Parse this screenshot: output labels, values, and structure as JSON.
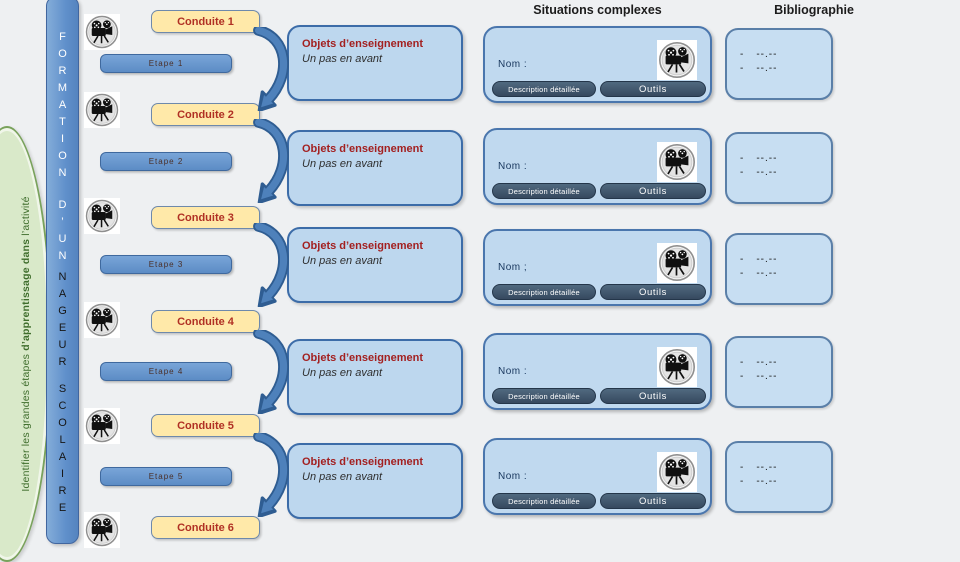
{
  "headers": {
    "situations_title": "Situations complexes",
    "bibliography_title": "Bibliographie"
  },
  "left_ellipse": {
    "text_parts": [
      {
        "text": "Identifier les grandes étapes ",
        "bold": false
      },
      {
        "text": "d’apprentissage dans",
        "bold": true
      },
      {
        "text": " l’activité",
        "bold": false
      }
    ]
  },
  "vertical_bar": {
    "words": [
      {
        "text": "FORMATION",
        "color": "#ffffff"
      },
      {
        "text": "D’UN",
        "color": "#ffffff"
      },
      {
        "text": "NAGEUR",
        "color": "#161616"
      },
      {
        "text": "SCOLAIRE",
        "color": "#161616"
      }
    ]
  },
  "conduites": [
    {
      "label": "Conduite 1"
    },
    {
      "label": "Conduite 2"
    },
    {
      "label": "Conduite 3"
    },
    {
      "label": "Conduite 4"
    },
    {
      "label": "Conduite 5"
    },
    {
      "label": "Conduite 6"
    }
  ],
  "etapes": [
    {
      "label": "Etape 1"
    },
    {
      "label": "Etape 2"
    },
    {
      "label": "Etape 3"
    },
    {
      "label": "Etape 4"
    },
    {
      "label": "Etape 5"
    }
  ],
  "objets": [
    {
      "title": "Objets d’enseignement",
      "subtitle": "Un pas en avant"
    },
    {
      "title": "Objets d’enseignement",
      "subtitle": "Un pas en avant"
    },
    {
      "title": "Objets d’enseignement",
      "subtitle": "Un pas en avant"
    },
    {
      "title": "Objets d’enseignement",
      "subtitle": "Un pas en avant"
    },
    {
      "title": "Objets d’enseignement",
      "subtitle": "Un pas en avant"
    }
  ],
  "situations": [
    {
      "name_label": "Nom :",
      "description_button": "Description détaillée",
      "outils_button": "Outils"
    },
    {
      "name_label": "Nom :",
      "description_button": "Description détaillée",
      "outils_button": "Outils"
    },
    {
      "name_label": "Nom ;",
      "description_button": "Description détaillée",
      "outils_button": "Outils"
    },
    {
      "name_label": "Nom :",
      "description_button": "Description détaillée",
      "outils_button": "Outils"
    },
    {
      "name_label": "Nom :",
      "description_button": "Description détaillée",
      "outils_button": "Outils"
    }
  ],
  "bibliography": [
    {
      "bullet": "-",
      "lines": [
        "--.--",
        "--.--"
      ]
    },
    {
      "bullet": "-",
      "lines": [
        "--.--",
        "--.--"
      ]
    },
    {
      "bullet": "-",
      "lines": [
        "--.--",
        "--.--"
      ]
    },
    {
      "bullet": "-",
      "lines": [
        "--.--",
        "--.--"
      ]
    },
    {
      "bullet": "-",
      "lines": [
        "--.--",
        "--.--"
      ]
    }
  ],
  "icon_names": {
    "film": "film-projector-icon"
  },
  "colors": {
    "conduite_fill": "#ffe9a9",
    "conduite_text": "#b03024",
    "objet_fill": "#bdd7ee",
    "ellipse_fill": "#d9e9c9",
    "ellipse_text": "#3f6d2c",
    "arrow_body": "#4e81bb",
    "arrow_outline": "#2f5d92",
    "button_fill": "#3a5068"
  }
}
